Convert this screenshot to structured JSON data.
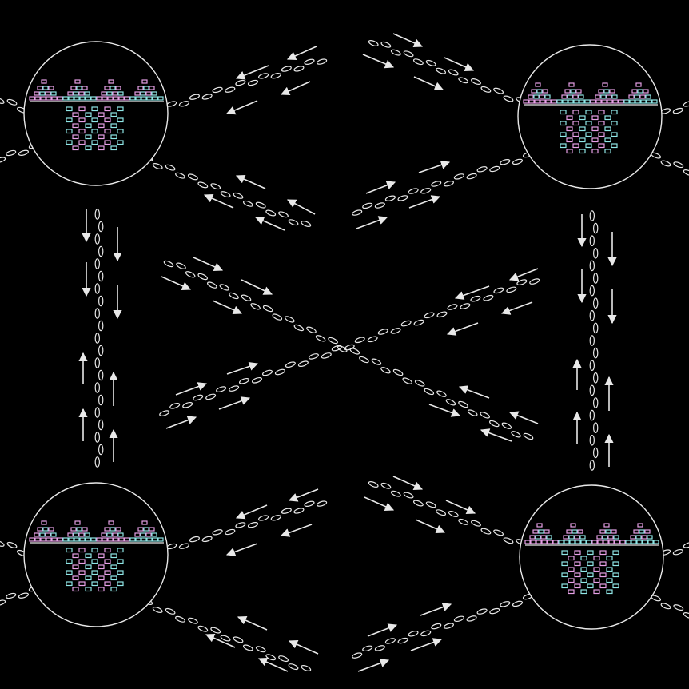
{
  "colors": {
    "background": "#000000",
    "stroke": "#e8e8e8",
    "brick_pink": "#e6a0e6",
    "brick_cyan": "#8fe6e6"
  },
  "castles": [
    {
      "id": "top-left"
    },
    {
      "id": "top-right"
    },
    {
      "id": "bottom-left"
    },
    {
      "id": "bottom-right"
    }
  ]
}
